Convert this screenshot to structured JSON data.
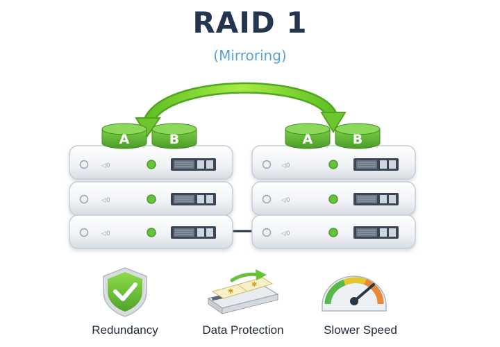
{
  "title": "RAID 1",
  "subtitle": "(Mirroring)",
  "disks": {
    "left": [
      "A",
      "B"
    ],
    "right": [
      "A",
      "B"
    ]
  },
  "features": [
    {
      "label": "Redundancy",
      "icon": "shield-check-icon"
    },
    {
      "label": "Data Protection",
      "icon": "drive-protection-icon"
    },
    {
      "label": "Slower Speed",
      "icon": "speed-gauge-icon"
    }
  ],
  "colors": {
    "title": "#24364f",
    "subtitle": "#5aa0dc",
    "disk_green": "#66bb3a",
    "arrow_green": "#8fdc2e",
    "led_green": "#69c23d",
    "server_body": "#f3f5f7",
    "server_border": "#c8ced6"
  }
}
